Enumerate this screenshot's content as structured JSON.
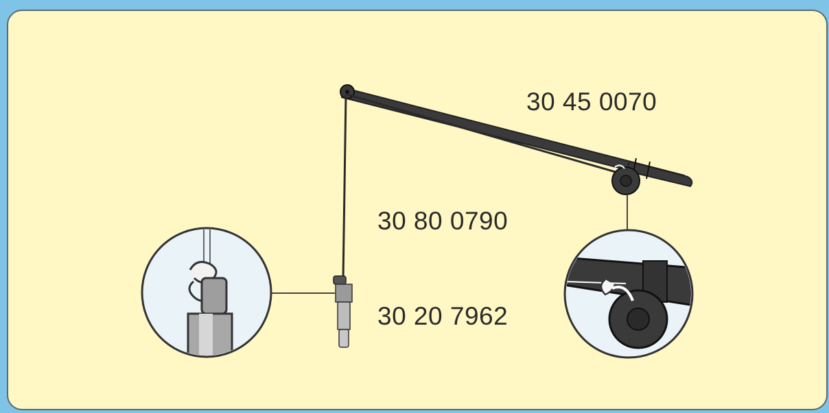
{
  "labels": {
    "rod_part_number": "30 45 0070",
    "line_part_number": "30 80 0790",
    "fitting_part_number": "30 20 7962"
  },
  "colors": {
    "background": "#7fc3e6",
    "panel": "#fff7c4",
    "outline": "#333333",
    "detail_fill": "#eaf3f7"
  },
  "icons": [
    "fishing-rod-icon",
    "reel-detail-icon",
    "swivel-fitting-icon",
    "knot-detail-icon"
  ]
}
